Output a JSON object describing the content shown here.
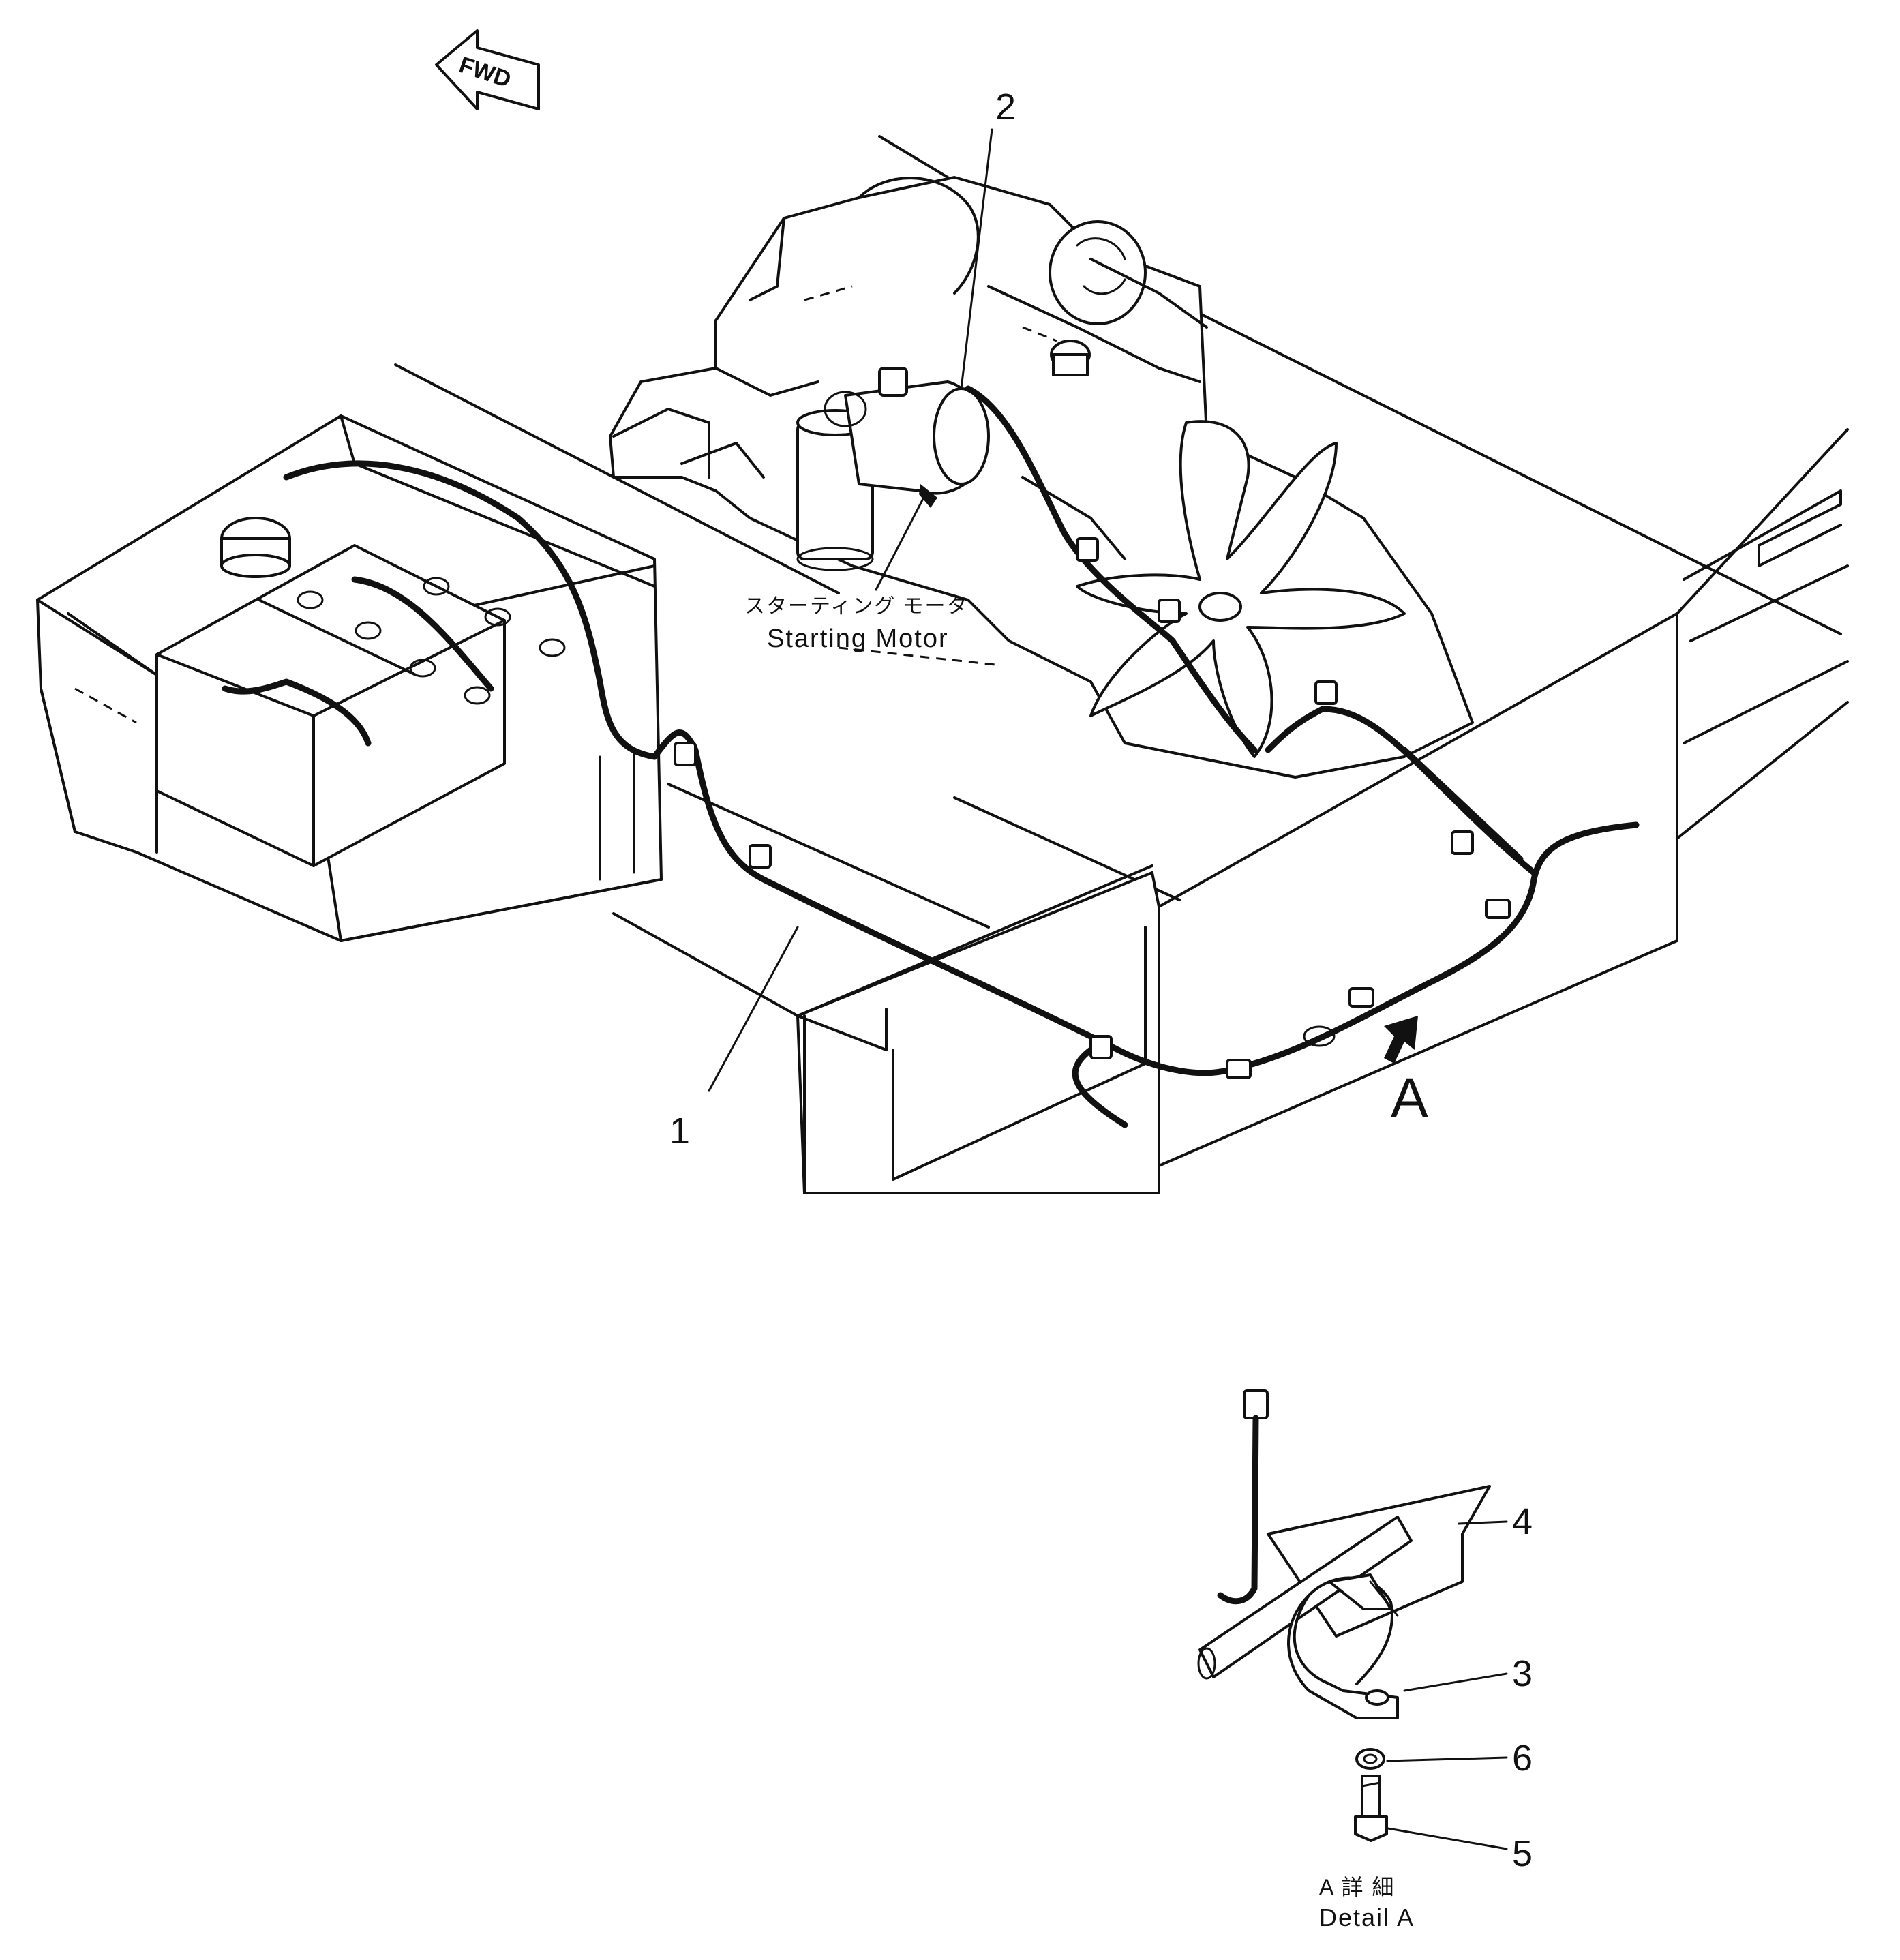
{
  "direction_marker": {
    "label": "FWD",
    "icon": "forward-arrow-icon"
  },
  "callouts": {
    "item_1": "1",
    "item_2": "2",
    "item_3": "3",
    "item_4": "4",
    "item_5": "5",
    "item_6": "6"
  },
  "view_marker": {
    "label": "A",
    "icon": "view-arrow-icon"
  },
  "component_label": {
    "japanese": "スターティング モータ",
    "english": "Starting Motor"
  },
  "detail_caption": {
    "japanese": "A 詳 細",
    "english": "Detail A"
  },
  "colors": {
    "ink": "#111111",
    "paper": "#ffffff"
  }
}
